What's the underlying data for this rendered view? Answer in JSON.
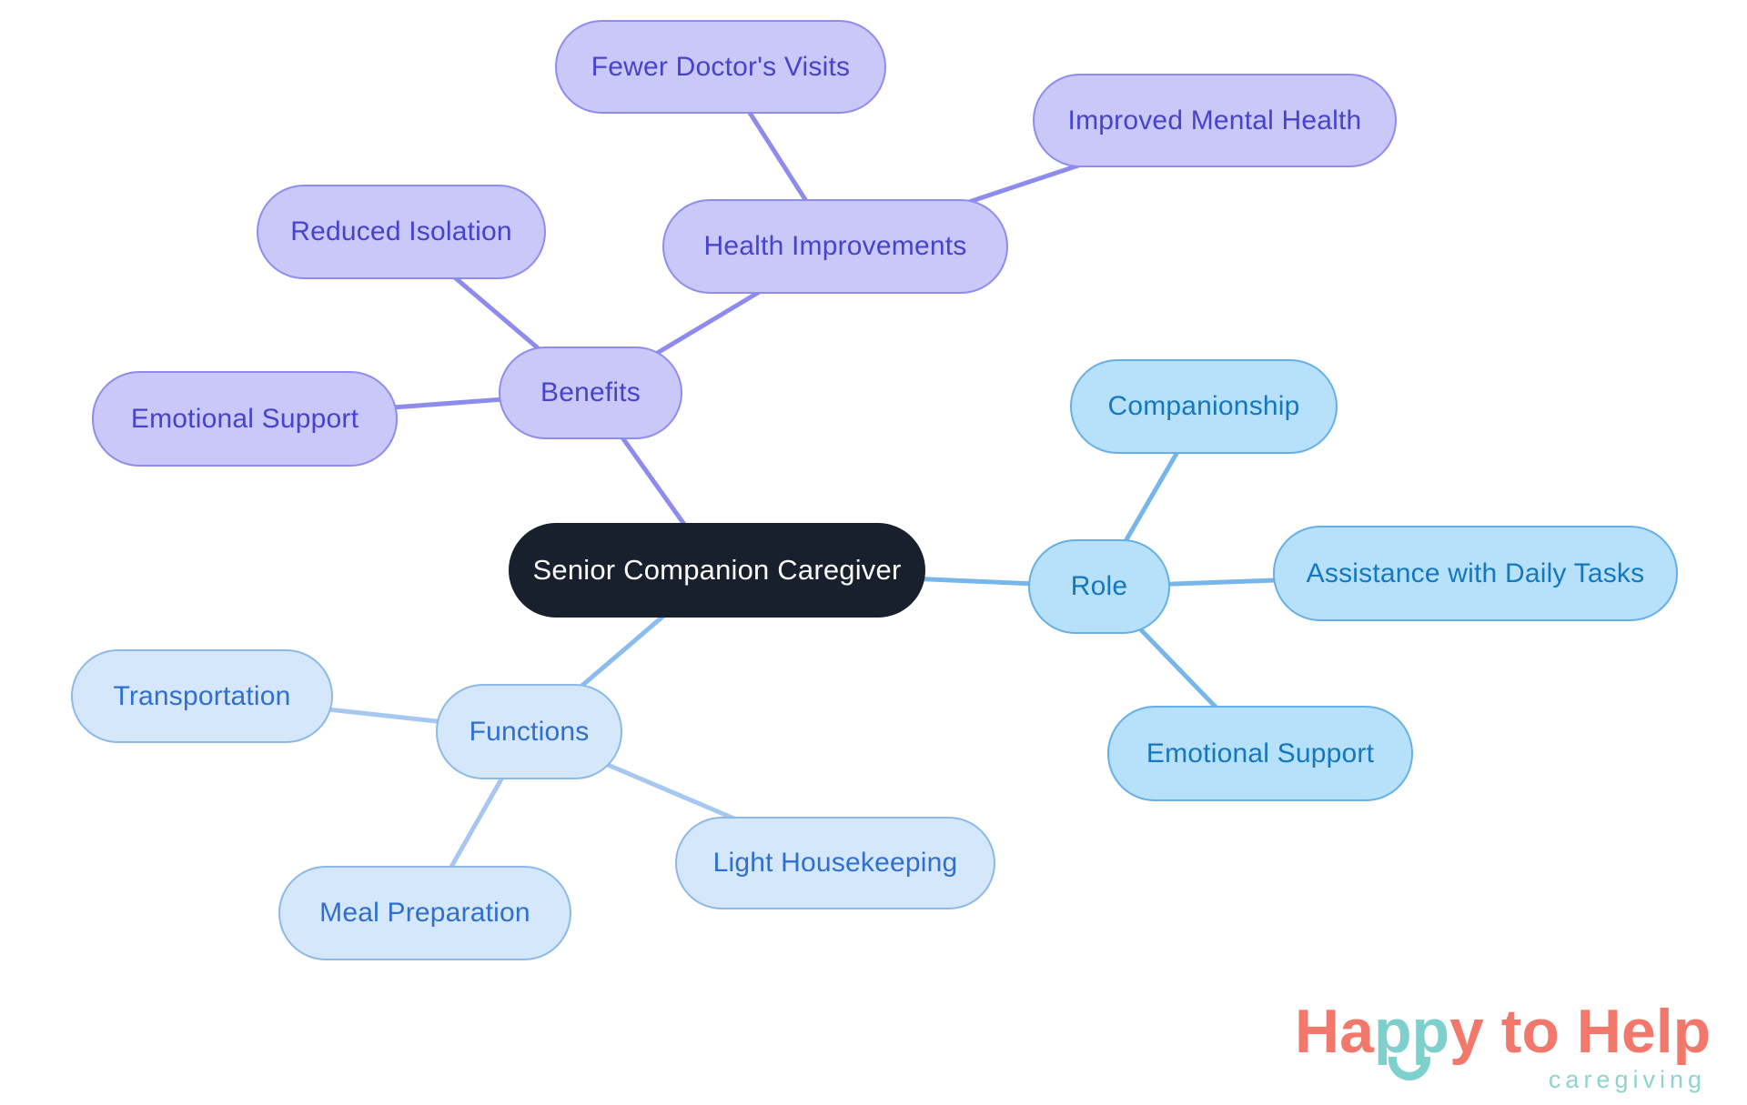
{
  "palette": {
    "background": "#ffffff",
    "central_fill": "#17202c",
    "central_text": "#fafafa",
    "benefits_fill": "#c9c8f8",
    "benefits_border": "#8f8cf0",
    "benefits_text": "#4643cc",
    "benefits_line": "#8e8bee",
    "role_fill": "#b7e0fb",
    "role_border": "#66afe8",
    "role_text": "#1478be",
    "role_line": "#76b6ea",
    "functions_fill": "#d5e7fb",
    "functions_border": "#8db9e9",
    "functions_text": "#2e6fd1",
    "functions_line": "#a6c8f0",
    "functions_link": "#8abced",
    "logo_coral": "#f3786c",
    "logo_teal": "#7dd0cb",
    "logo_tagline": "#8ed3cf"
  },
  "mindmap": {
    "center": {
      "label": "Senior Companion Caregiver"
    },
    "branches": [
      {
        "label": "Benefits",
        "color": "#c9c8f8",
        "children": [
          {
            "label": "Health Improvements",
            "children": [
              {
                "label": "Fewer Doctor's Visits"
              },
              {
                "label": "Improved Mental Health"
              }
            ]
          },
          {
            "label": "Reduced Isolation"
          },
          {
            "label": "Emotional Support"
          }
        ]
      },
      {
        "label": "Role",
        "color": "#b7e0fb",
        "children": [
          {
            "label": "Companionship"
          },
          {
            "label": "Assistance with Daily Tasks"
          },
          {
            "label": "Emotional Support"
          }
        ]
      },
      {
        "label": "Functions",
        "color": "#d5e7fb",
        "children": [
          {
            "label": "Transportation"
          },
          {
            "label": "Meal Preparation"
          },
          {
            "label": "Light Housekeeping"
          }
        ]
      }
    ]
  },
  "logo": {
    "seg1": "Ha",
    "seg2": "pp",
    "seg3": "y to Help",
    "tagline": "caregiving",
    "smile_icon": "smile-arc"
  }
}
